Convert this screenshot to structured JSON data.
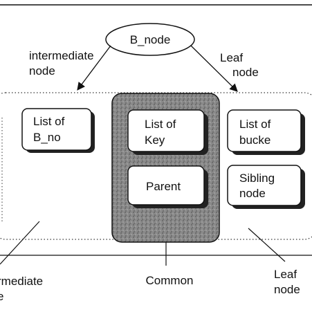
{
  "diagram": {
    "root": {
      "label": "B_node"
    },
    "edge_labels": {
      "intermediate_top": [
        "intermediate",
        "node"
      ],
      "leaf_top": [
        "Leaf",
        "node"
      ]
    },
    "boxes": {
      "list_of_b_no": [
        "List of",
        "B_no"
      ],
      "list_of_key": [
        "List of",
        "Key"
      ],
      "parent": [
        "Parent"
      ],
      "list_of_bucke": [
        "List of",
        "bucke"
      ],
      "sibling_node": [
        "Sibling",
        "node"
      ]
    },
    "bottom_labels": {
      "intermediate": [
        "rmediate",
        "e"
      ],
      "common": [
        "Common"
      ],
      "leaf": [
        "Leaf",
        "node"
      ]
    },
    "colors": {
      "ink": "#111111",
      "common_fill": "#8a8a8a",
      "box_fill": "#ffffff"
    }
  }
}
